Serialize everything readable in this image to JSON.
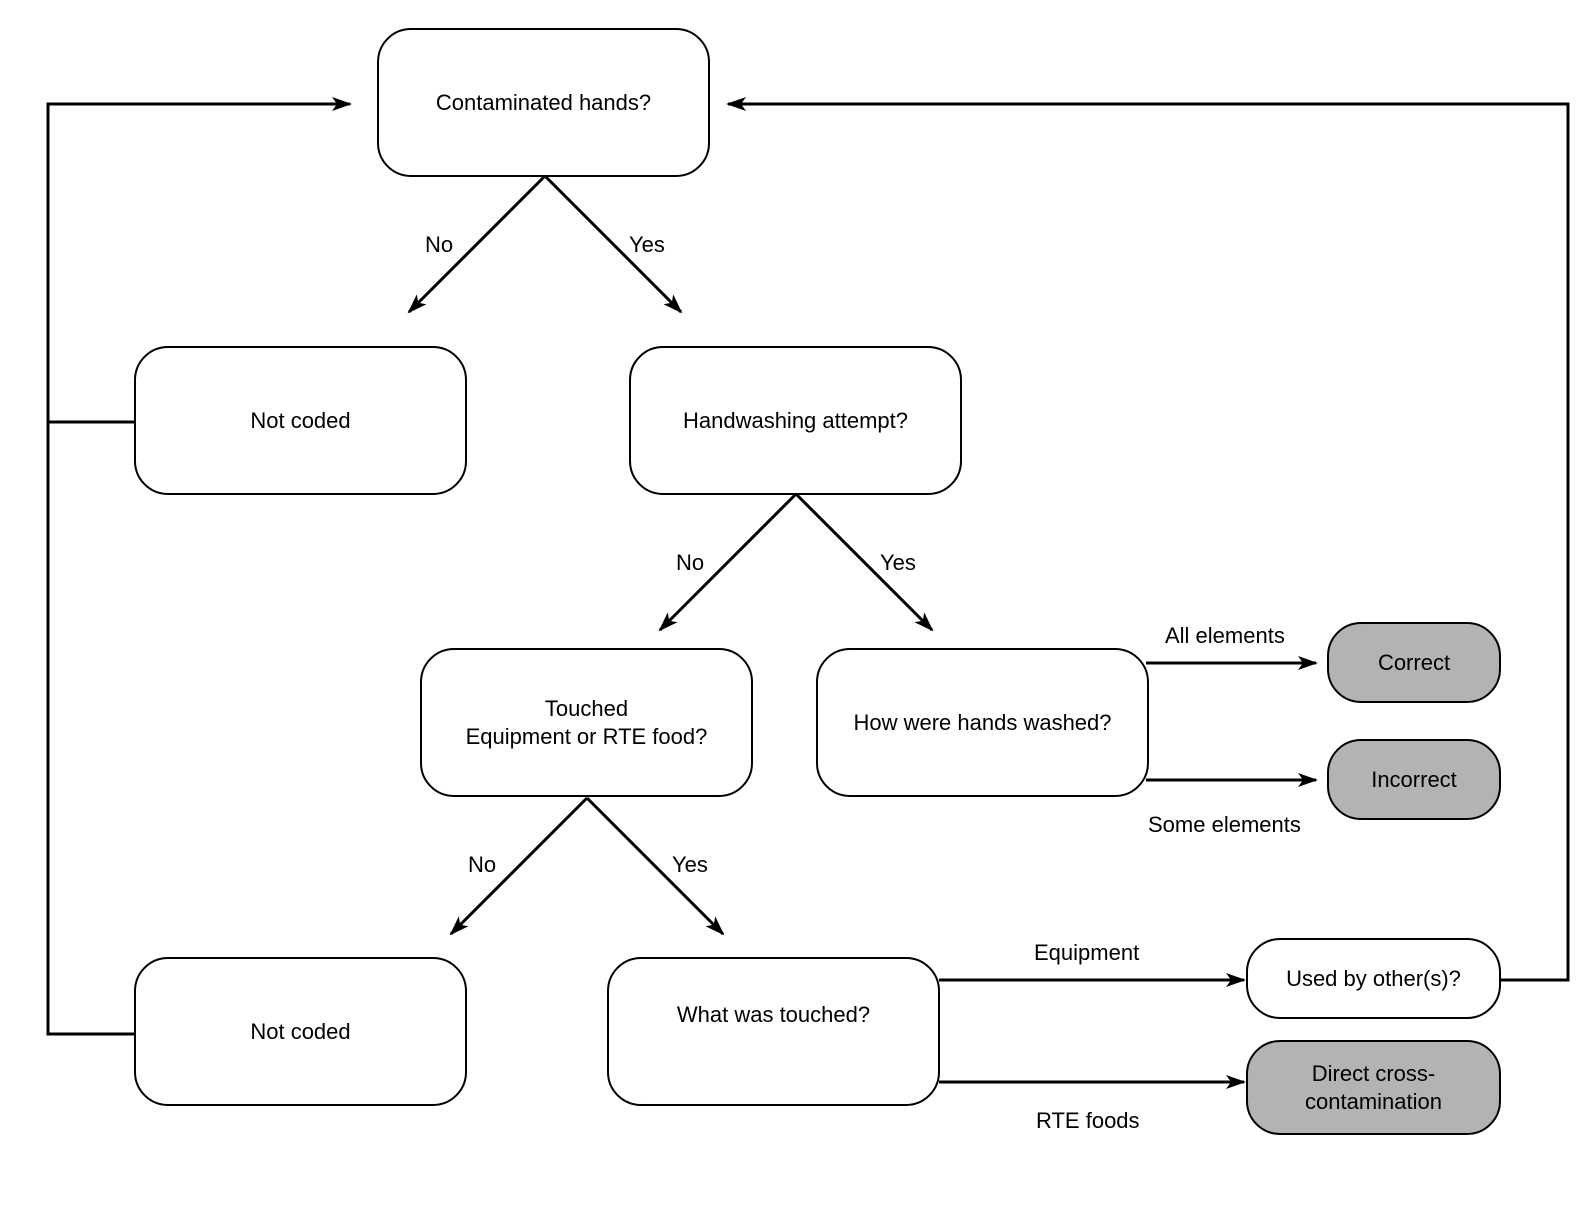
{
  "colors": {
    "stroke": "#000000",
    "node_fill": "#ffffff",
    "terminal_fill": "#b3b3b3"
  },
  "nodes": {
    "contaminated_hands": "Contaminated hands?",
    "not_coded_top": "Not coded",
    "handwashing_attempt": "Handwashing attempt?",
    "touched_line1": "Touched",
    "touched_line2": "Equipment or RTE food?",
    "how_washed": "How were hands washed?",
    "correct": "Correct",
    "incorrect": "Incorrect",
    "not_coded_bottom": "Not coded",
    "what_touched": "What was touched?",
    "used_by_others": "Used by other(s)?",
    "direct_line1": "Direct cross-",
    "direct_line2": "contamination"
  },
  "edge_labels": {
    "hands_no": "No",
    "hands_yes": "Yes",
    "wash_no": "No",
    "wash_yes": "Yes",
    "touched_no": "No",
    "touched_yes": "Yes",
    "all_elements": "All elements",
    "some_elements": "Some elements",
    "equipment": "Equipment",
    "rte_foods": "RTE foods"
  }
}
